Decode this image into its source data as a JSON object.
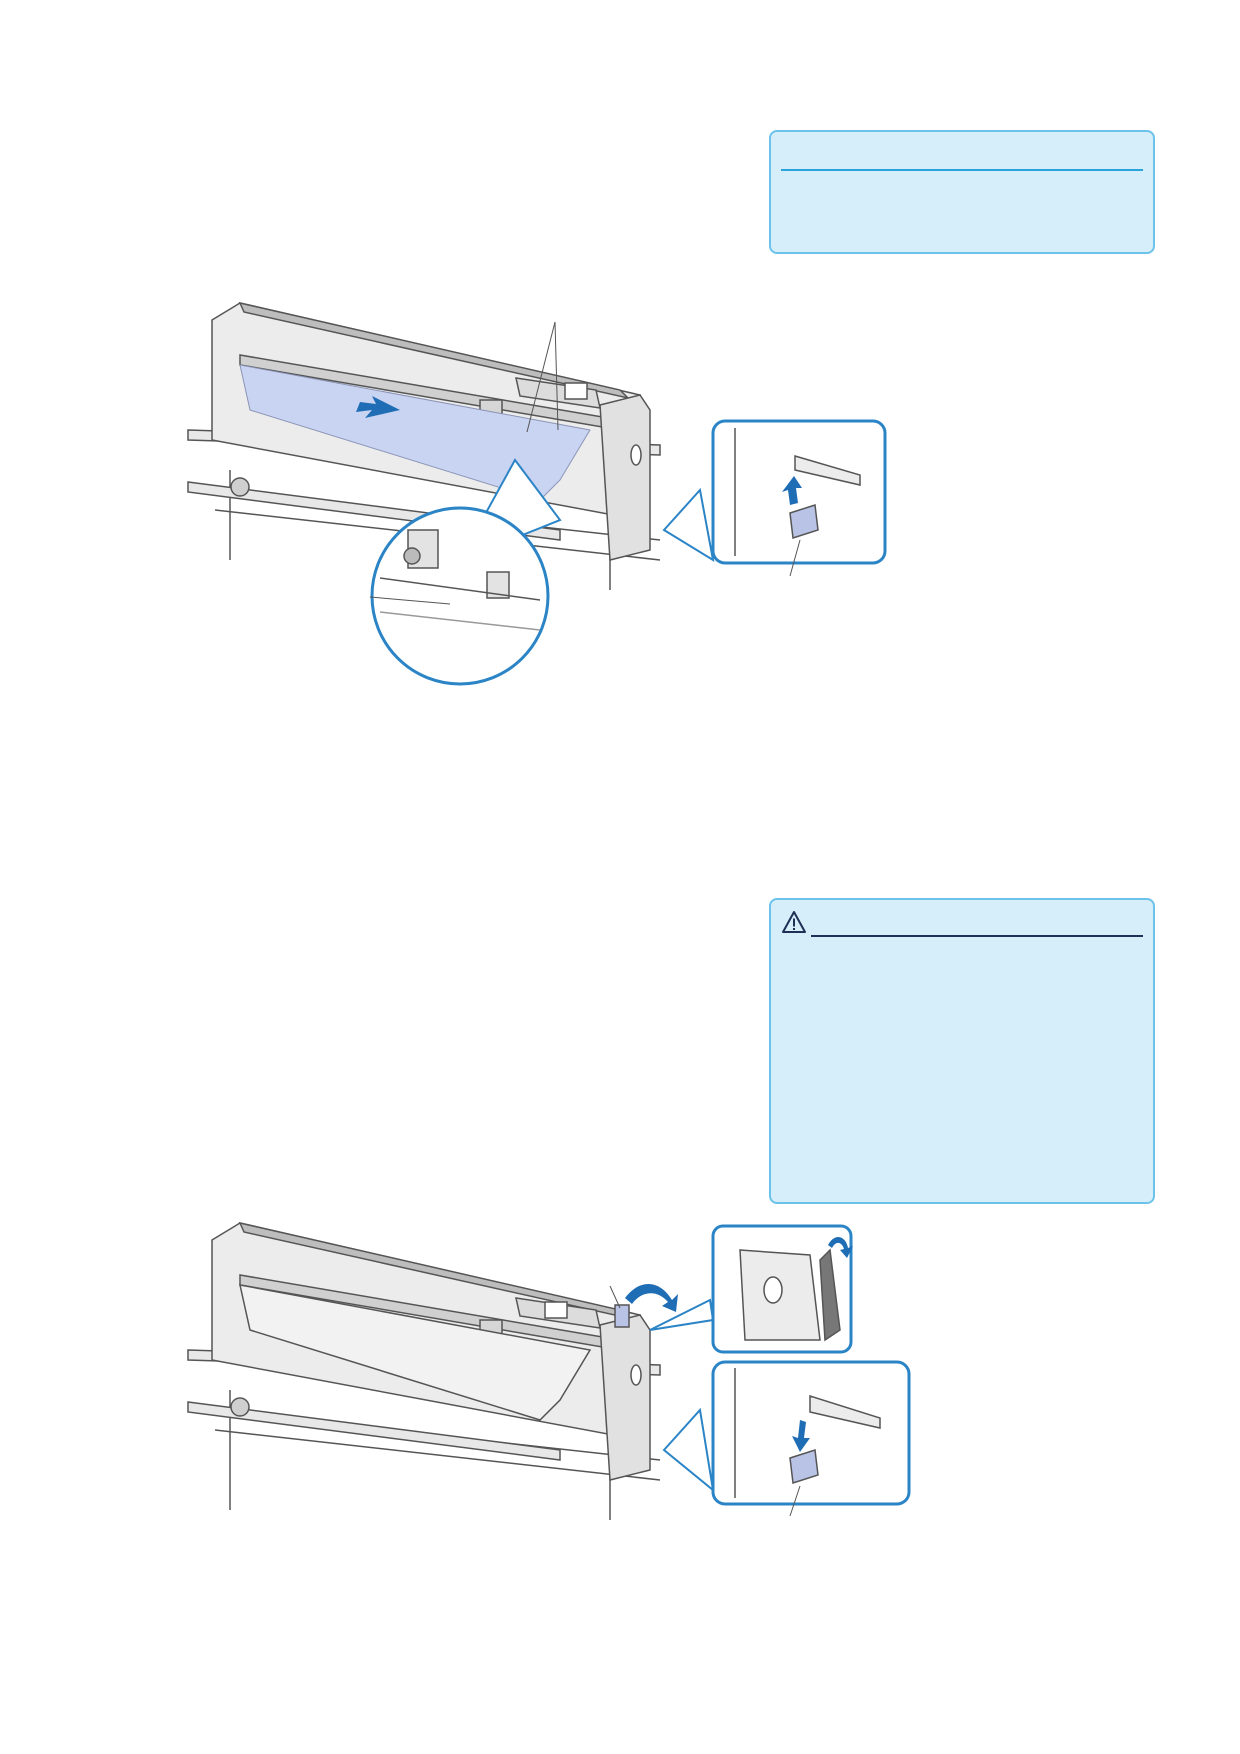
{
  "note_box": {
    "title": "",
    "body": ""
  },
  "caution_box": {
    "icon": "warning-triangle-icon",
    "title": "",
    "body": ""
  },
  "colors": {
    "box_fill": "#d6eefa",
    "box_border": "#6cc3ea",
    "rule_blue": "#2aa3dd",
    "rule_navy": "#1f2f56",
    "accent_arrow": "#1f6db5",
    "media": "#c9d3f2"
  },
  "figures": [
    {
      "id": "figure-1",
      "callouts": [
        "pinch-roller-closeup",
        "media-set-lever-up"
      ]
    },
    {
      "id": "figure-2",
      "callouts": [
        "lever-lowered-top",
        "media-set-lever-down"
      ]
    }
  ]
}
